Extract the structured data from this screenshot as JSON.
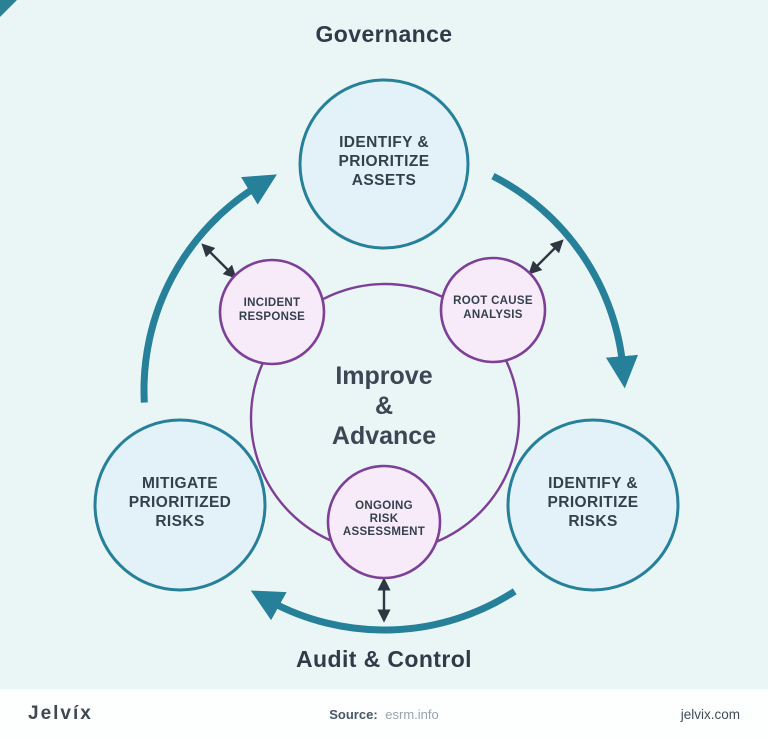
{
  "header": {
    "title": "Governance"
  },
  "bottom": {
    "title": "Audit & Control"
  },
  "center_label": {
    "line1": "Improve",
    "line2": "&",
    "line3": "Advance"
  },
  "outer_nodes": {
    "assets": {
      "lines": [
        "IDENTIFY &",
        "PRIORITIZE",
        "ASSETS"
      ]
    },
    "risks": {
      "lines": [
        "IDENTIFY &",
        "PRIORITIZE",
        "RISKS"
      ]
    },
    "mitigate": {
      "lines": [
        "MITIGATE",
        "PRIORITIZED",
        "RISKS"
      ]
    }
  },
  "inner_nodes": {
    "incident_response": {
      "lines": [
        "INCIDENT",
        "RESPONSE"
      ]
    },
    "root_cause": {
      "lines": [
        "ROOT CAUSE",
        "ANALYSIS"
      ]
    },
    "ongoing_assessment": {
      "lines": [
        "ONGOING",
        "RISK",
        "ASSESSMENT"
      ]
    }
  },
  "footer": {
    "logo": "Jelvíx",
    "source_label": "Source:",
    "source_value": "esrm.info",
    "site": "jelvix.com"
  },
  "colors": {
    "background": "#e9f6f5",
    "teal": "#27809a",
    "outer_fill": "#e3f1f8",
    "purple": "#7d3f98",
    "inner_fill": "#f7ebfa",
    "text_dark": "#35404d",
    "arrow_dark": "#2e3640"
  }
}
